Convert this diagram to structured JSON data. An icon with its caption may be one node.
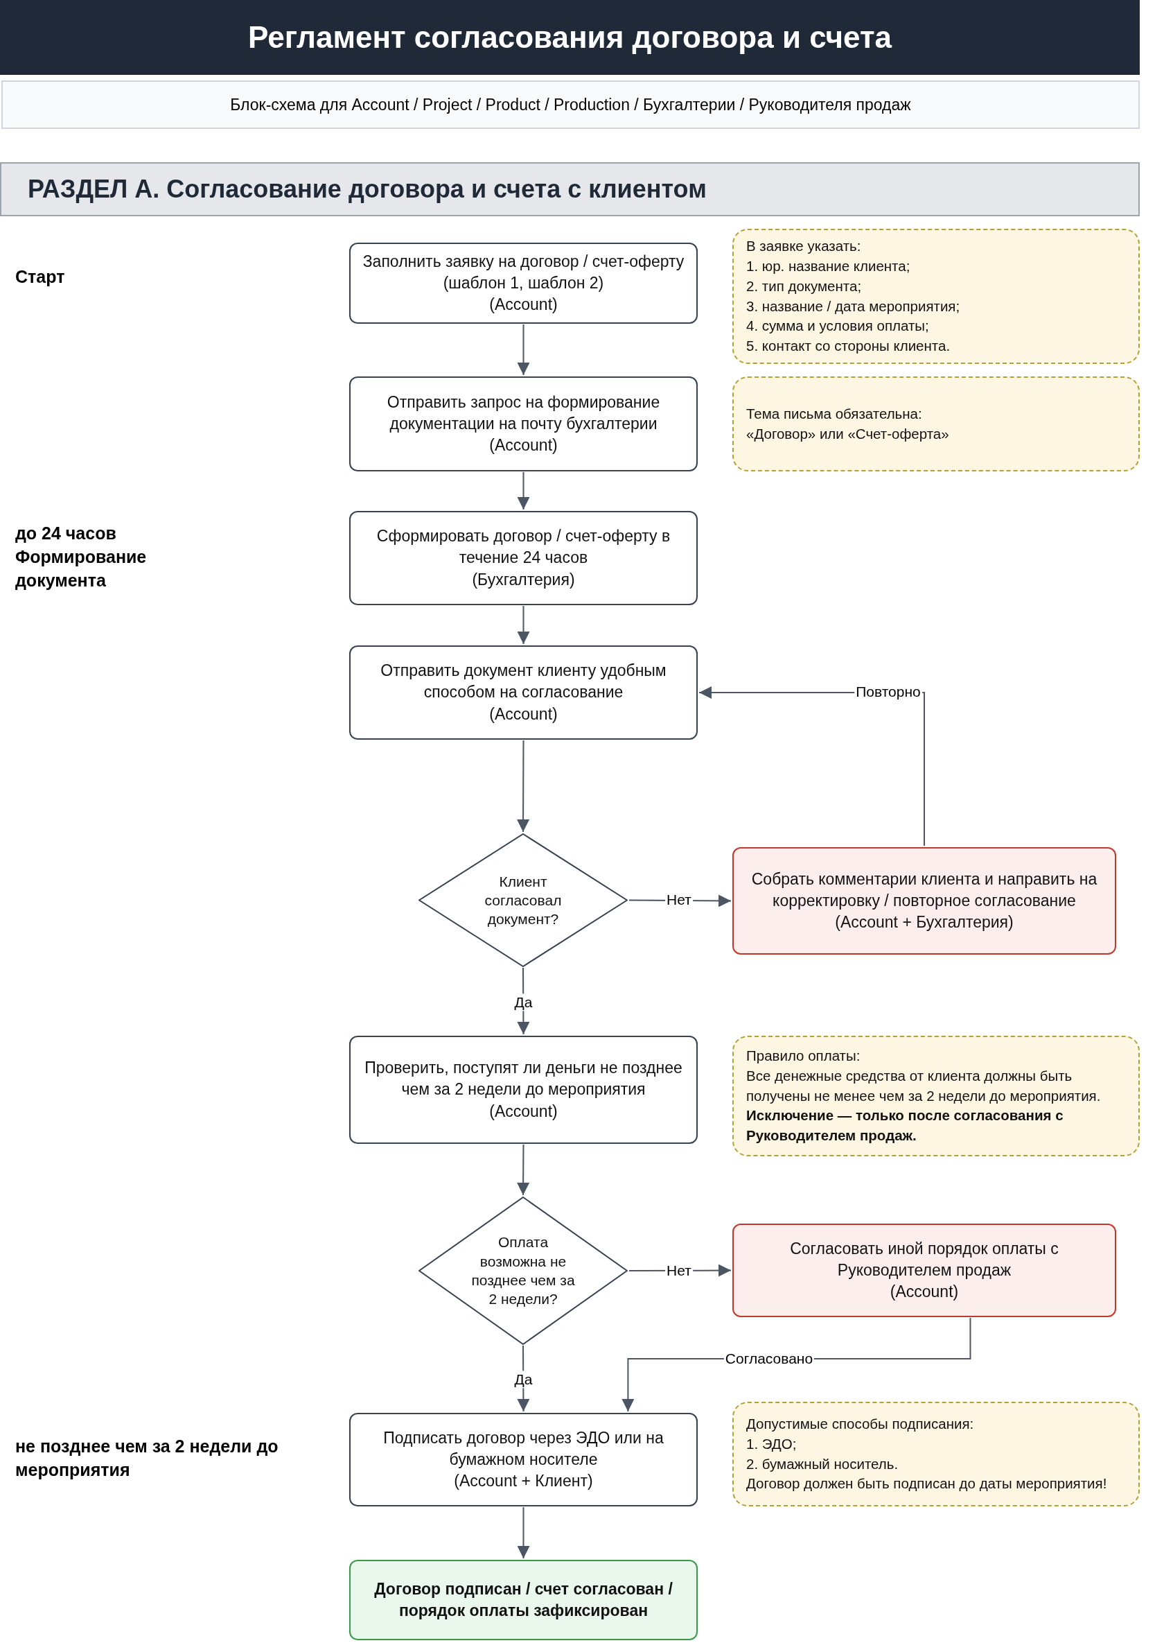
{
  "diagram": {
    "title": "Регламент согласования договора и счета",
    "nodes": [
      {
        "text": [
          "Заполнить заявку на договор / счет-оферту (шаблон 1, шаблон 2)",
          "(Account)"
        ]
      },
      {
        "text": [
          "В заявке указать:",
          "1. юр. название клиента;",
          "2. тип документа;",
          "3. название / дата мероприятия;",
          "4. сумма и условия оплаты;",
          "5. контакт со стороны клиента."
        ]
      },
      {
        "text": [
          "Отправить запрос на формирование документации на почту бухгалтерии",
          "(Account)"
        ]
      },
      {
        "text": [
          "Тема письма обязательна:",
          "«Договор» или «Счет-оферта»"
        ]
      },
      {
        "text": [
          "Сформировать договор / счет-оферту в течение 24 часов",
          "(Бухгалтерия)"
        ]
      },
      {
        "text": [
          "Отправить документ клиенту удобным способом на согласование",
          "(Account)"
        ]
      },
      {
        "text": [
          "Клиент согласовал документ?"
        ]
      },
      {
        "text": [
          "Собрать комментарии клиента и направить на корректировку / повторное согласование",
          "(Account + Бухгалтерия)"
        ]
      },
      {
        "text": [
          "Проверить, поступят ли деньги не позднее",
          "чем за 2 недели до мероприятия",
          "(Account)"
        ]
      },
      {
        "text": [
          "Правило оплаты:",
          "Все денежные средства от клиента должны быть получены не менее чем за 2 недели до мероприятия.",
          "**Исключение — только после согласования с Руководителем продаж.**"
        ]
      },
      {
        "text": [
          "Оплата возможна не позднее чем за 2 недели?"
        ]
      },
      {
        "text": [
          "Согласовать иной порядок оплаты с Руководителем продаж",
          "(Account)"
        ]
      },
      {
        "text": [
          "Подписать договор через ЭДО или на бумажном носителе",
          "(Account + Клиент)"
        ]
      },
      {
        "text": [
          "Допустимые способы подписания:",
          "1. ЭДО;",
          "2. бумажный носитель.",
          "Договор должен быть подписан до даты мероприятия!"
        ]
      },
      {
        "text": [
          "Договор подписан / счет согласован / порядок оплаты зафиксирован"
        ]
      }
    ],
    "edges": [
      {
        "from": 0,
        "to": 2,
        "arrow": "to"
      },
      {
        "from": 2,
        "to": 4,
        "arrow": "to"
      },
      {
        "from": 4,
        "to": 5,
        "arrow": "to"
      },
      {
        "from": 5,
        "to": 6,
        "arrow": "to"
      },
      {
        "from": 6,
        "to": 7,
        "arrow": "to",
        "label": "Нет"
      },
      {
        "from": 7,
        "to": 5,
        "arrow": "to",
        "label": "Повторно"
      },
      {
        "from": 6,
        "to": 8,
        "arrow": "to",
        "label": "Да"
      },
      {
        "from": 8,
        "to": 10,
        "arrow": "to"
      },
      {
        "from": 10,
        "to": 11,
        "arrow": "to",
        "label": "Нет"
      },
      {
        "from": 10,
        "to": 12,
        "arrow": "to",
        "label": "Да"
      },
      {
        "from": 11,
        "to": 12,
        "arrow": "to",
        "label": "Согласовано"
      },
      {
        "from": 12,
        "to": 14,
        "arrow": "to"
      }
    ],
    "labels": [
      "Блок-схема для Account / Project / Product / Production / Бухгалтерии / Руководителя продаж",
      "РАЗДЕЛ А. Согласование договора и счета с клиентом",
      "Старт",
      "до 24 часов Формирование документа",
      "не позднее чем за 2 недели до мероприятия"
    ]
  }
}
